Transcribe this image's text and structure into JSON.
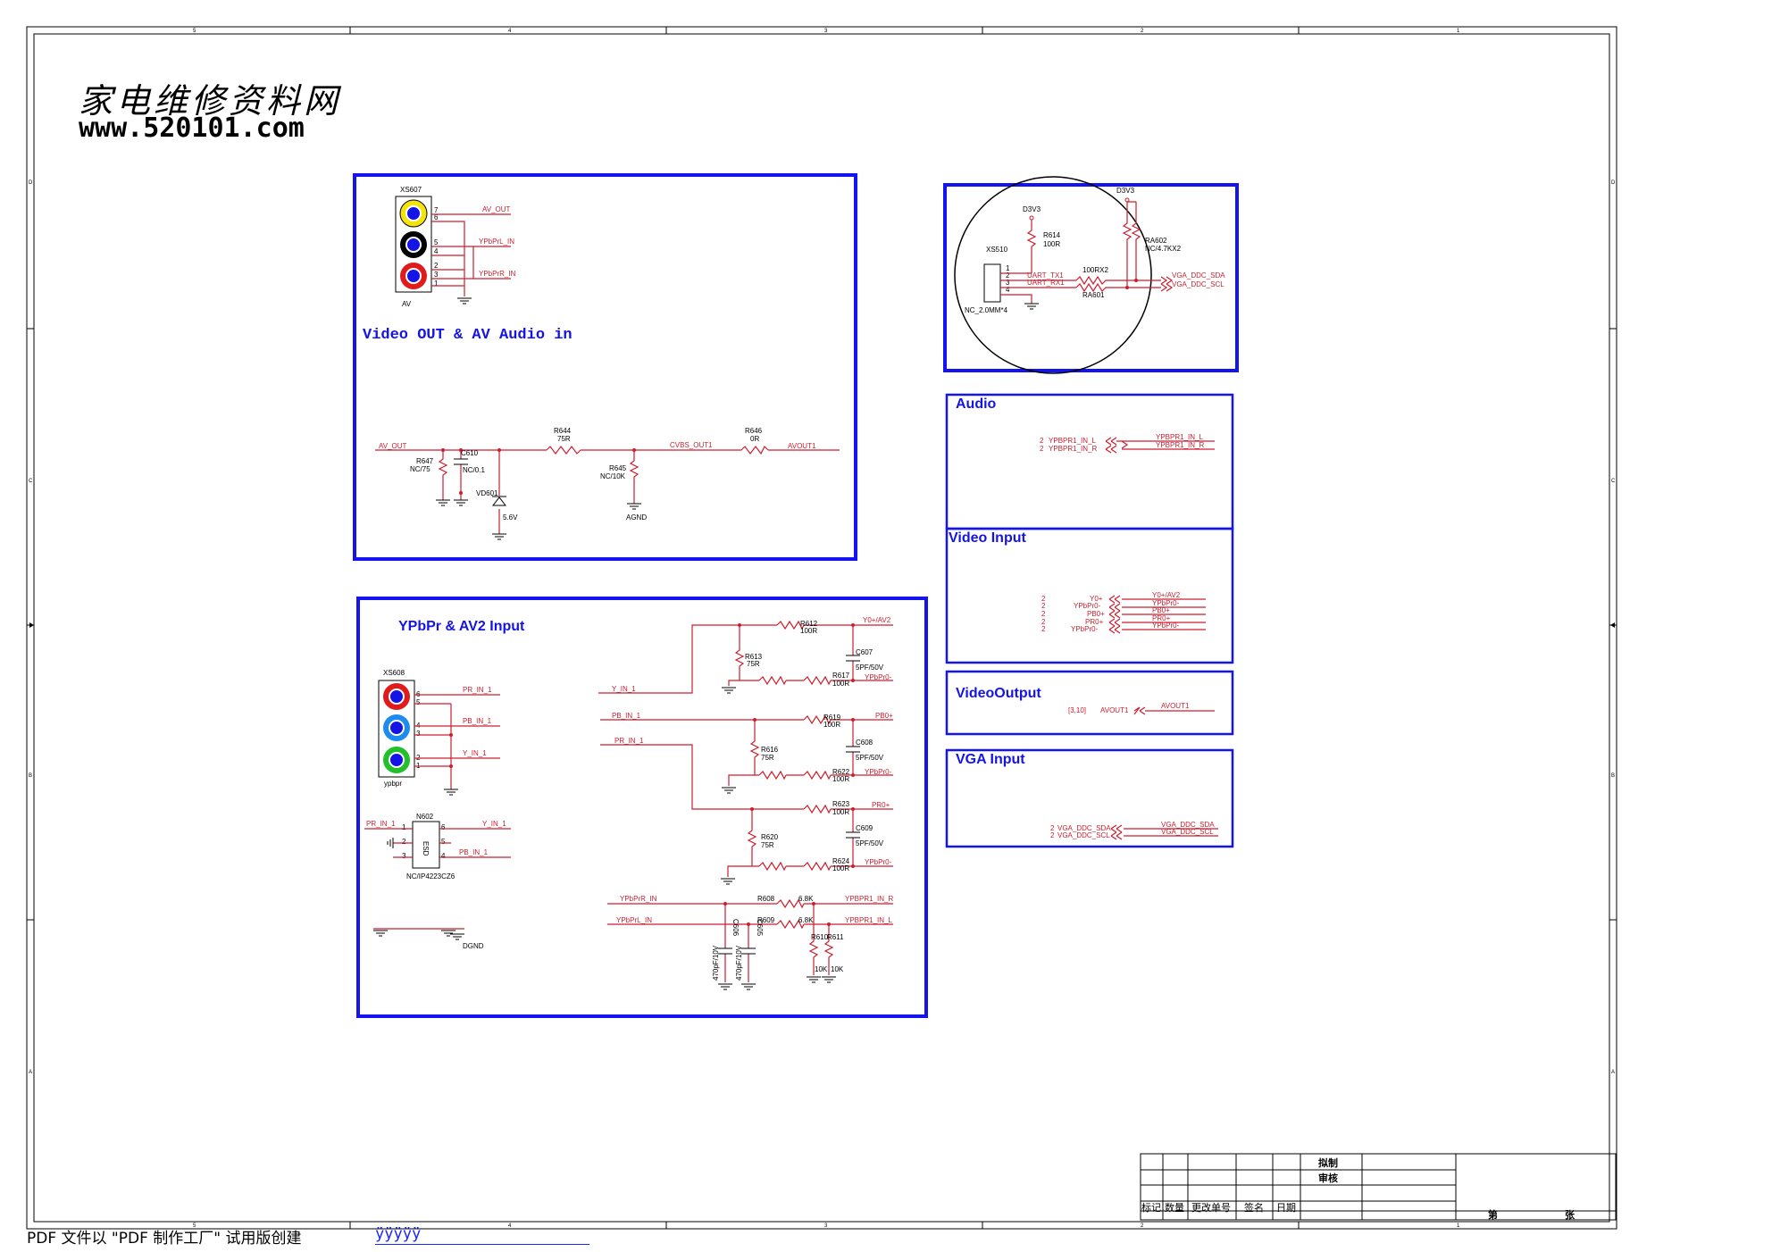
{
  "watermark": {
    "title": "家电维修资料网",
    "url": "www.520101.com"
  },
  "footer": {
    "note": "PDF 文件以 \"PDF 制作工厂\" 试用版创建",
    "link": "ÿÿÿÿÿ"
  },
  "border": {
    "top_zones": [
      "5",
      "4",
      "3",
      "2",
      "1"
    ],
    "side_zones": [
      "D",
      "C",
      "B",
      "A"
    ]
  },
  "colors": {
    "box": "#1414f0",
    "wire": "#cc1e2e",
    "ink": "#000000",
    "title": "#1414e6"
  },
  "video_out": {
    "title": "Video OUT & AV Audio in",
    "connector": {
      "ref": "XS607",
      "name": "AV",
      "pins": [
        "7",
        "6",
        "5",
        "4",
        "2",
        "3",
        "1"
      ]
    },
    "nets": {
      "av_out": "AV_OUT",
      "ypbpr_l": "YPbPrL_IN",
      "ypbpr_r": "YPbPrR_IN",
      "av_out2": "AV_OUT",
      "cvbs": "CVBS_OUT1",
      "avout1": "AVOUT1",
      "agnd": "AGND"
    },
    "parts": {
      "r647": "R647",
      "r647v": "NC/75",
      "c610": "C610",
      "c610v": "NC/0.1",
      "vd601": "VD601",
      "vd601v": "5.6V",
      "r644": "R644",
      "r644v": "75R",
      "r645": "R645",
      "r645v": "NC/10K",
      "r646": "R646",
      "r646v": "0R"
    }
  },
  "uart": {
    "d3v3_a": "D3V3",
    "d3v3_b": "D3V3",
    "r614": "R614",
    "r614v": "100R",
    "ra602": "RA602",
    "ra602v": "NC/4.7KX2",
    "xs510": "XS510",
    "xs510v": "NC_2.0MM*4",
    "ra601": "RA601",
    "ra601v": "100RX2",
    "tx": "UART_TX1",
    "rx": "UART_RX1",
    "sda": "VGA_DDC_SDA",
    "scl": "VGA_DDC_SCL",
    "pins": [
      "1",
      "2",
      "3",
      "4"
    ]
  },
  "audio": {
    "title": "Audio",
    "rows": [
      {
        "sheet": "2",
        "left": "YPBPR1_IN_L",
        "right": "YPBPR1_IN_L"
      },
      {
        "sheet": "2",
        "left": "YPBPR1_IN_R",
        "right": "YPBPR1_IN_R"
      }
    ]
  },
  "video_input": {
    "title": "Video Input",
    "rows": [
      {
        "sheet": "2",
        "left": "Y0+",
        "right": "Y0+/AV2"
      },
      {
        "sheet": "2",
        "left": "YPbPr0-",
        "right": "YPbPr0-"
      },
      {
        "sheet": "2",
        "left": "PB0+",
        "right": "PB0+"
      },
      {
        "sheet": "2",
        "left": "PR0+",
        "right": "PR0+"
      },
      {
        "sheet": "2",
        "left": "YPbPr0-",
        "right": "YPbPr0-"
      }
    ]
  },
  "video_output": {
    "title": "VideoOutput",
    "sheet": "[3,10]",
    "left": "AVOUT1",
    "right": "AVOUT1"
  },
  "vga_input": {
    "title": "VGA Input",
    "rows": [
      {
        "sheet": "2",
        "left": "VGA_DDC_SDA",
        "right": "VGA_DDC_SDA"
      },
      {
        "sheet": "2",
        "left": "VGA_DDC_SCL",
        "right": "VGA_DDC_SCL"
      }
    ]
  },
  "ypbpr": {
    "title": "YPbPr & AV2 Input",
    "connector": {
      "ref": "XS608",
      "name": "ypbpr",
      "pins": [
        "6",
        "5",
        "4",
        "3",
        "2",
        "1"
      ]
    },
    "nets": {
      "pr_in": "PR_IN_1",
      "pb_in": "PB_IN_1",
      "y_in": "Y_IN_1",
      "y0": "Y0+/AV2",
      "ypbpr0a": "YPbPr0-",
      "pb0": "PB0+",
      "ypbpr0b": "YPbPr0-",
      "pr0": "PR0+",
      "ypbpr0c": "YPbPr0-",
      "ypbprr": "YPbPrR_IN",
      "ypbprl": "YPbPrL_IN",
      "in_r": "YPBPR1_IN_R",
      "in_l": "YPBPR1_IN_L",
      "dgnd": "DGND"
    },
    "esd": {
      "ref": "N602",
      "part": "NC/IP4223CZ6",
      "body": "ESD",
      "pins_left": [
        "1",
        "2",
        "3"
      ],
      "pins_right": [
        "6",
        "5",
        "4"
      ]
    },
    "parts": {
      "r612": "R612",
      "r612v": "100R",
      "r613": "R613",
      "r613v": "75R",
      "c607": "C607",
      "c607v": "5PF/50V",
      "r617": "R617",
      "r617v": "100R",
      "r619": "R619",
      "r619v": "100R",
      "r616": "R616",
      "r616v": "75R",
      "c608": "C608",
      "c608v": "5PF/50V",
      "r622": "R622",
      "r622v": "100R",
      "r623": "R623",
      "r623v": "100R",
      "r620": "R620",
      "r620v": "75R",
      "c609": "C609",
      "c609v": "5PF/50V",
      "r624": "R624",
      "r624v": "100R",
      "r608": "R608",
      "r608v": "6.8K",
      "r609": "R609",
      "r609v": "6.8K",
      "r610": "R610",
      "r611": "R611",
      "r610v": "10K",
      "r611v": "10K",
      "c606": "C606",
      "c606v": "470pF/10V",
      "c605": "C605",
      "c605v": "470pF/10V"
    }
  },
  "title_block": {
    "draft": "拟制",
    "check": "审核",
    "cols": [
      "标记",
      "数量",
      "更改单号",
      "签名",
      "日期"
    ],
    "sheet": "第",
    "sheets": "张"
  }
}
